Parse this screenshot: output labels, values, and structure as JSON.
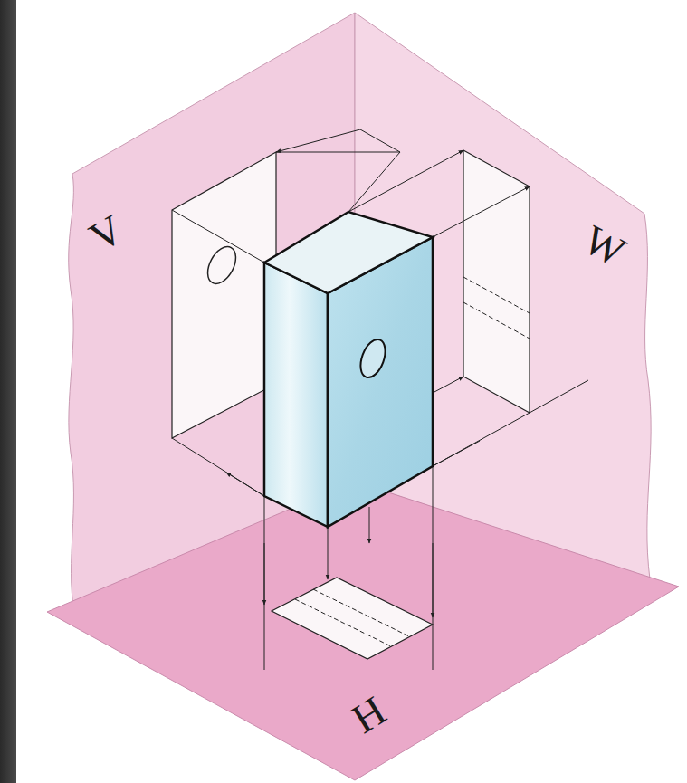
{
  "diagram": {
    "labels": [
      "V",
      "W",
      "H"
    ]
  }
}
